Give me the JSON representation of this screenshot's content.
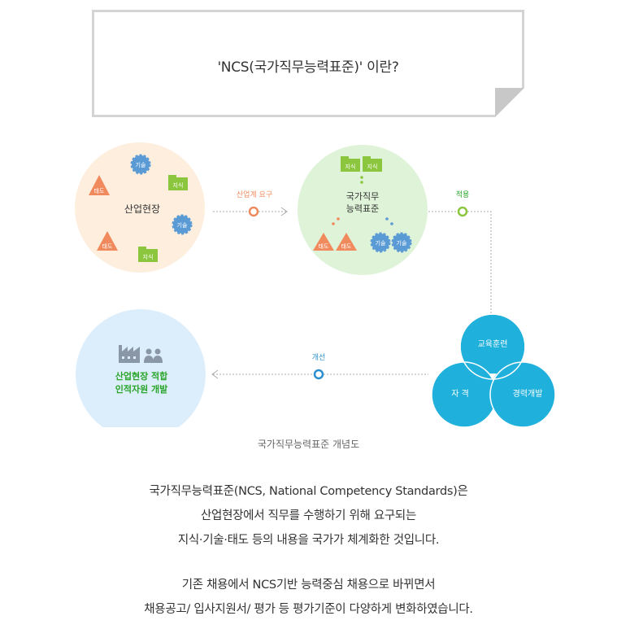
{
  "title": "'NCS(국가직무능력표준)' 이란?",
  "diagram": {
    "industry_circle": {
      "label": "산업현장",
      "badges": [
        "기술",
        "지식",
        "태도",
        "기술",
        "태도",
        "지식"
      ]
    },
    "arrow1_label": "산업계 요구",
    "ncs_circle": {
      "label_line1": "국가직무",
      "label_line2": "능력표준",
      "knowledge": [
        "지식",
        "지식"
      ],
      "attitude": [
        "태도",
        "태도"
      ],
      "skill": [
        "기술",
        "기술"
      ]
    },
    "arrow2_label": "적용",
    "venn": {
      "top": "교육훈련",
      "left": "자 격",
      "right": "경력개발"
    },
    "arrow3_label": "개선",
    "result_circle": {
      "line1": "산업현장 적합",
      "line2": "인적자원 개발"
    },
    "colors": {
      "peach": "#fdeede",
      "green_light": "#dff3d8",
      "blue_light": "#dceefb",
      "venn_blue": "#1fb0dc",
      "orange": "#f08a5d",
      "green": "#8cc63f",
      "blue": "#5b9bd5",
      "text_green": "#2aa52a",
      "text_blue": "#2a8fd0"
    }
  },
  "caption": "국가직무능력표준 개념도",
  "paragraph1": [
    "국가직무능력표준(NCS, National Competency Standards)은",
    "산업현장에서 직무를 수행하기 위해 요구되는",
    "지식·기술·태도 등의 내용을 국가가 체계화한 것입니다."
  ],
  "paragraph2": [
    "기존 채용에서 NCS기반 능력중심 채용으로 바뀌면서",
    "채용공고/ 입사지원서/ 평가 등 평가기준이 다양하게 변화하였습니다."
  ]
}
